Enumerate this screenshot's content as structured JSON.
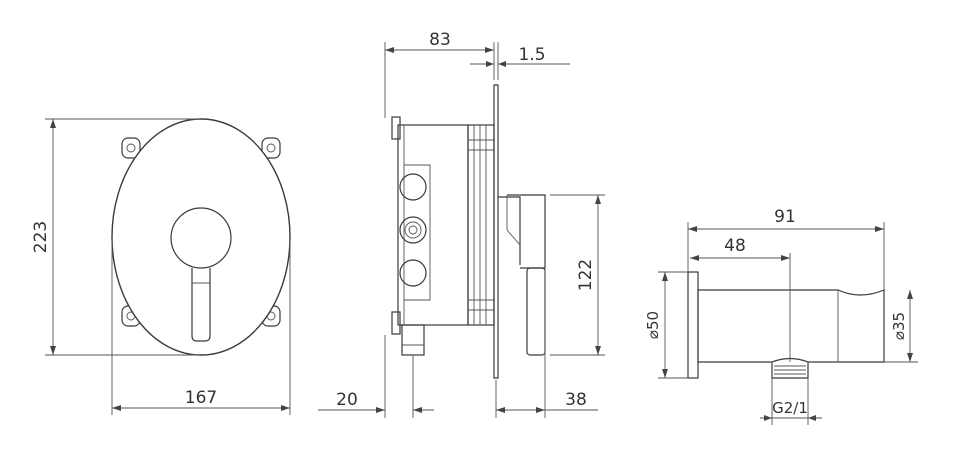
{
  "dimensions": {
    "front_height": "223",
    "front_width": "167",
    "side_depth": "83",
    "plate_thickness": "1.5",
    "side_handle_height": "122",
    "inlet_offset": "20",
    "handle_projection": "38",
    "outlet_length": "91",
    "outlet_mid": "48",
    "flange_diameter": "⌀50",
    "holder_diameter": "⌀35",
    "thread": "G2/1"
  }
}
